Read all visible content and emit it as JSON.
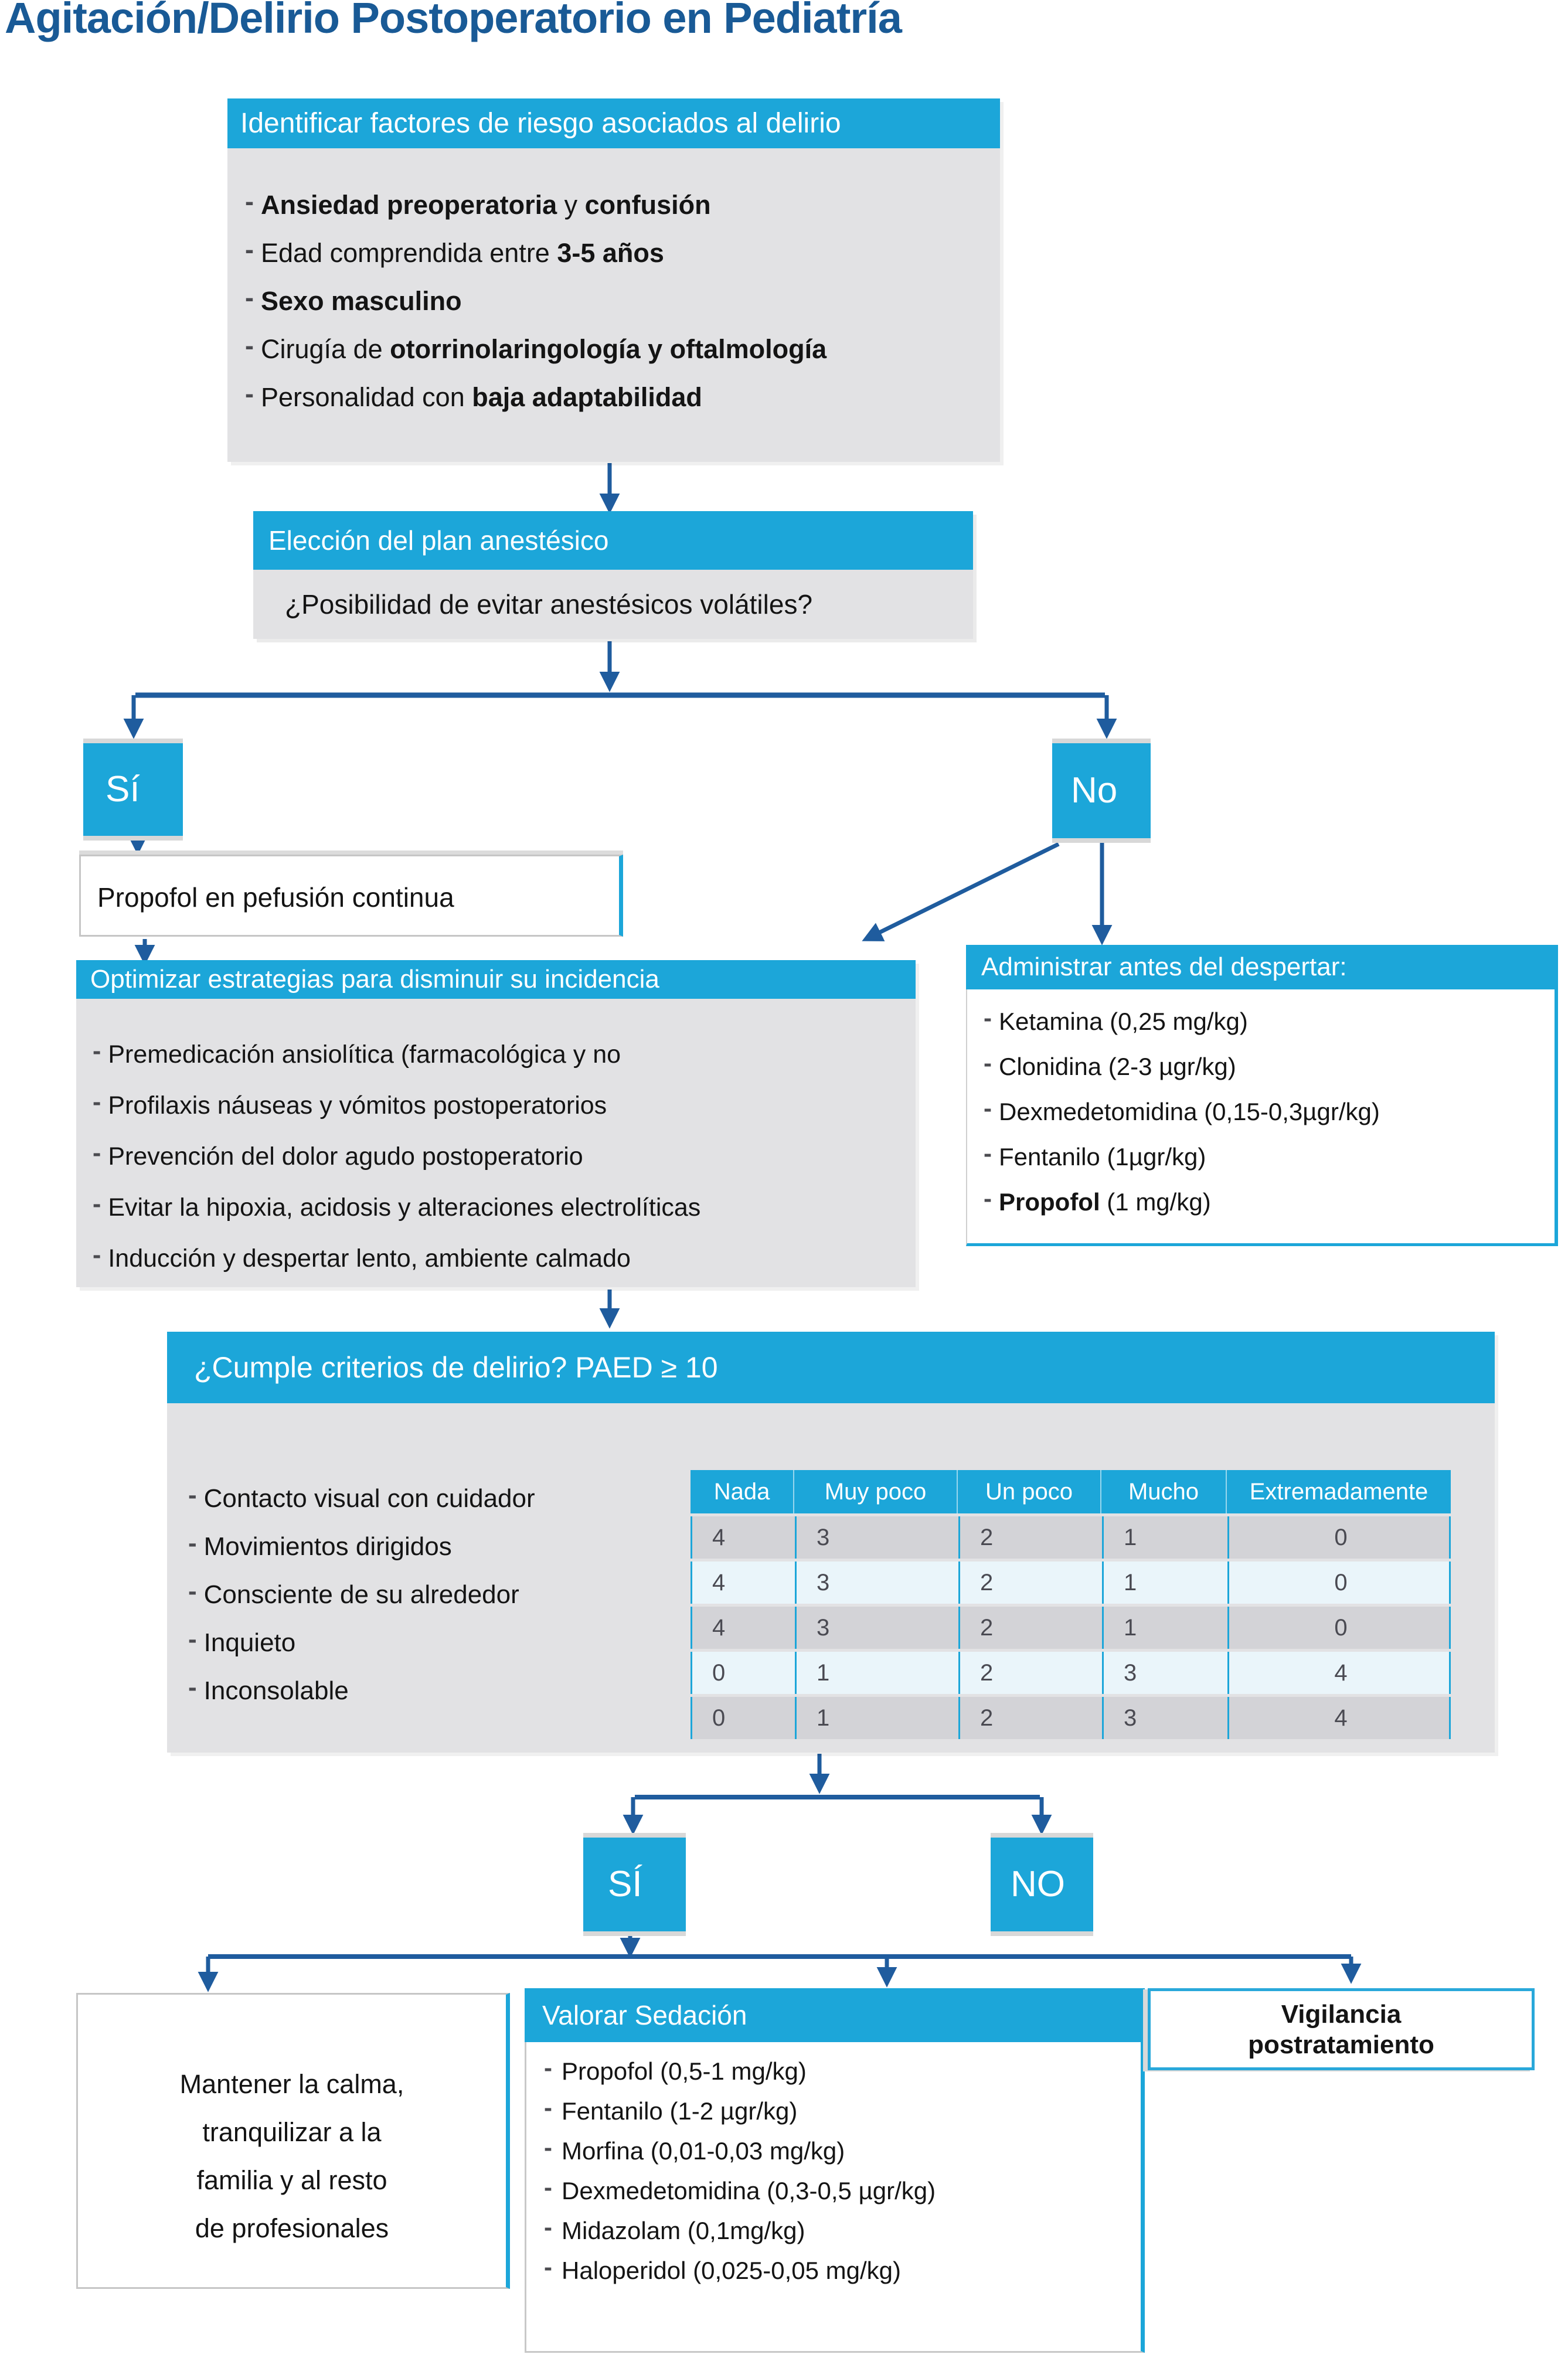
{
  "title": "Agitación/Delirio Postoperatorio en Pediatría",
  "colors": {
    "accent_cyan": "#1CA6D9",
    "title_navy": "#195A96",
    "arrow_blue": "#1F5C9E",
    "panel_gray": "#E2E2E4",
    "row_gray": "#D3D3D7",
    "row_light": "#EAF5FA"
  },
  "risk_box": {
    "header": "Identificar factores de riesgo asociados al delirio",
    "items": [
      [
        [
          "Ansiedad preoperatoria",
          1
        ],
        [
          " y ",
          0
        ],
        [
          "confusión",
          1
        ]
      ],
      [
        [
          "Edad comprendida entre ",
          0
        ],
        [
          "3-5 años",
          1
        ]
      ],
      [
        [
          "Sexo masculino",
          1
        ]
      ],
      [
        [
          "Cirugía de ",
          0
        ],
        [
          "otorrinolaringología y oftalmología",
          1
        ]
      ],
      [
        [
          "Personalidad con ",
          0
        ],
        [
          "baja adaptabilidad",
          1
        ]
      ]
    ]
  },
  "plan_box": {
    "header": "Elección del plan anestésico",
    "question": "¿Posibilidad de evitar anestésicos volátiles?"
  },
  "branch1": {
    "yes_label": "Sí",
    "no_label": "No"
  },
  "propofol_box": {
    "label": "Propofol en pefusión continua"
  },
  "optimize_box": {
    "header": "Optimizar estrategias para disminuir su incidencia",
    "items": [
      "Premedicación ansiolítica (farmacológica y no",
      "Profilaxis náuseas y vómitos postoperatorios",
      "Prevención del dolor agudo postoperatorio",
      "Evitar la hipoxia, acidosis y alteraciones electrolíticas",
      "Inducción y despertar lento,  ambiente calmado"
    ]
  },
  "administer_box": {
    "header": "Administrar antes del despertar:",
    "items": [
      "Ketamina (0,25 mg/kg)",
      "Clonidina (2-3 µgr/kg)",
      "Dexmedetomidina (0,15-0,3µgr/kg)",
      "Fentanilo (1µgr/kg)",
      [
        [
          "Propofol",
          1
        ],
        [
          " (1 mg/kg)",
          0
        ]
      ]
    ]
  },
  "paed_box": {
    "header": "¿Cumple criterios de delirio? PAED ≥ 10",
    "criteria": [
      "Contacto visual con cuidador",
      "Movimientos dirigidos",
      "Consciente de su alrededor",
      "Inquieto",
      "Inconsolable"
    ],
    "table": {
      "headers": [
        "Nada",
        "Muy poco",
        "Un poco",
        "Mucho",
        "Extremadamente"
      ],
      "rows": [
        [
          "4",
          "3",
          "2",
          "1",
          "0"
        ],
        [
          "4",
          "3",
          "2",
          "1",
          "0"
        ],
        [
          "4",
          "3",
          "2",
          "1",
          "0"
        ],
        [
          "0",
          "1",
          "2",
          "3",
          "4"
        ],
        [
          "0",
          "1",
          "2",
          "3",
          "4"
        ]
      ]
    }
  },
  "branch2": {
    "yes_label": "SÍ",
    "no_label": "NO"
  },
  "calm_box": {
    "lines": [
      "Mantener la calma,",
      "tranquilizar a la",
      "familia y  al resto",
      "de profesionales"
    ]
  },
  "sedation_box": {
    "header": "Valorar Sedación",
    "items": [
      "Propofol (0,5-1 mg/kg)",
      "Fentanilo (1-2 µgr/kg)",
      "Morfina (0,01-0,03 mg/kg)",
      "Dexmedetomidina (0,3-0,5 µgr/kg)",
      "Midazolam (0,1mg/kg)",
      "Haloperidol (0,025-0,05 mg/kg)"
    ]
  },
  "surveillance_box": {
    "lines": [
      "Vigilancia",
      "postratamiento"
    ]
  }
}
